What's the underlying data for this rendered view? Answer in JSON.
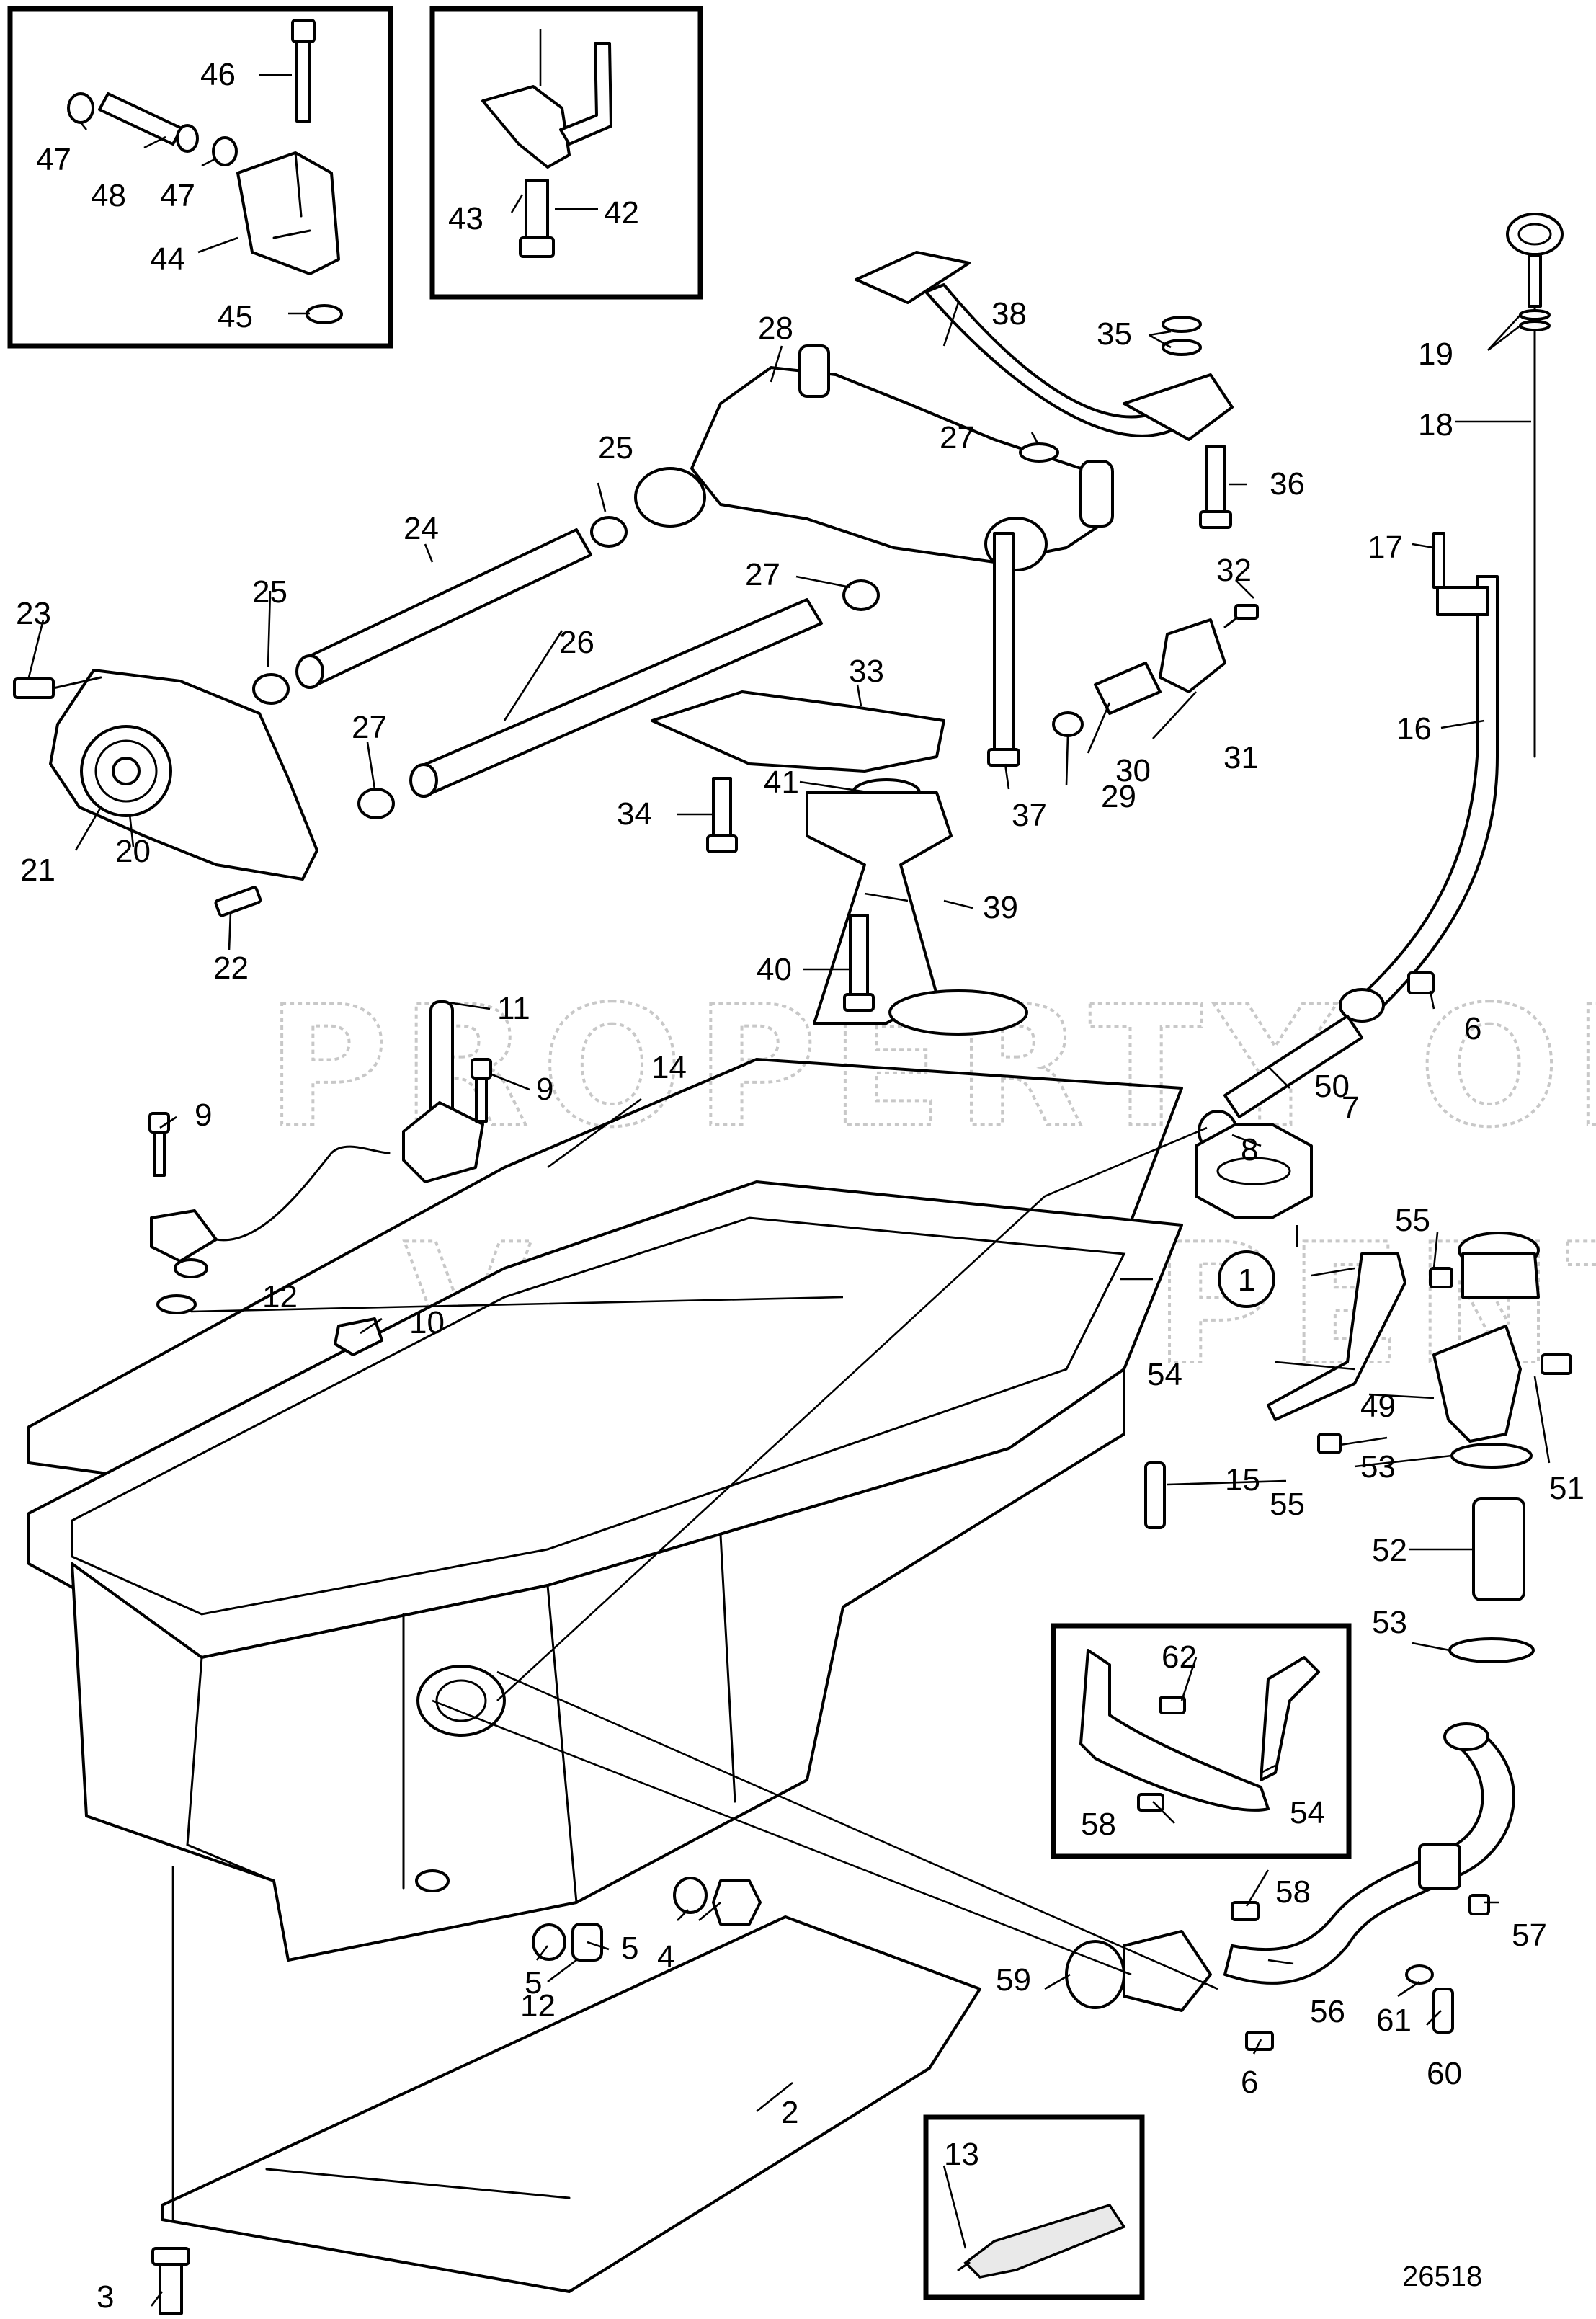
{
  "diagram": {
    "drawing_number": "26518",
    "watermark": [
      "PROPERTY OF",
      "VOLVO PENTA"
    ],
    "circled_reference": "1"
  },
  "callouts": [
    {
      "id": "46",
      "label": "46"
    },
    {
      "id": "47a",
      "label": "47"
    },
    {
      "id": "48",
      "label": "48"
    },
    {
      "id": "47b",
      "label": "47"
    },
    {
      "id": "44",
      "label": "44"
    },
    {
      "id": "45",
      "label": "45"
    },
    {
      "id": "43",
      "label": "43"
    },
    {
      "id": "42",
      "label": "42"
    },
    {
      "id": "28",
      "label": "28"
    },
    {
      "id": "38",
      "label": "38"
    },
    {
      "id": "35",
      "label": "35"
    },
    {
      "id": "27a",
      "label": "27"
    },
    {
      "id": "36",
      "label": "36"
    },
    {
      "id": "19",
      "label": "19"
    },
    {
      "id": "18",
      "label": "18"
    },
    {
      "id": "25a",
      "label": "25"
    },
    {
      "id": "24",
      "label": "24"
    },
    {
      "id": "25b",
      "label": "25"
    },
    {
      "id": "27b",
      "label": "27"
    },
    {
      "id": "32",
      "label": "32"
    },
    {
      "id": "17",
      "label": "17"
    },
    {
      "id": "23",
      "label": "23"
    },
    {
      "id": "26",
      "label": "26"
    },
    {
      "id": "33",
      "label": "33"
    },
    {
      "id": "16",
      "label": "16"
    },
    {
      "id": "27c",
      "label": "27"
    },
    {
      "id": "31",
      "label": "31"
    },
    {
      "id": "30",
      "label": "30"
    },
    {
      "id": "29",
      "label": "29"
    },
    {
      "id": "41",
      "label": "41"
    },
    {
      "id": "34",
      "label": "34"
    },
    {
      "id": "37",
      "label": "37"
    },
    {
      "id": "21",
      "label": "21"
    },
    {
      "id": "20",
      "label": "20"
    },
    {
      "id": "39",
      "label": "39"
    },
    {
      "id": "22",
      "label": "22"
    },
    {
      "id": "40",
      "label": "40"
    },
    {
      "id": "6a",
      "label": "6"
    },
    {
      "id": "11",
      "label": "11"
    },
    {
      "id": "7",
      "label": "7"
    },
    {
      "id": "9a",
      "label": "9"
    },
    {
      "id": "14",
      "label": "14"
    },
    {
      "id": "9b",
      "label": "9"
    },
    {
      "id": "50",
      "label": "50"
    },
    {
      "id": "8",
      "label": "8"
    },
    {
      "id": "55a",
      "label": "55"
    },
    {
      "id": "12a",
      "label": "12"
    },
    {
      "id": "10",
      "label": "10"
    },
    {
      "id": "54a",
      "label": "54"
    },
    {
      "id": "49",
      "label": "49"
    },
    {
      "id": "51",
      "label": "51"
    },
    {
      "id": "53a",
      "label": "53"
    },
    {
      "id": "15",
      "label": "15"
    },
    {
      "id": "55b",
      "label": "55"
    },
    {
      "id": "52",
      "label": "52"
    },
    {
      "id": "53b",
      "label": "53"
    },
    {
      "id": "62",
      "label": "62"
    },
    {
      "id": "54b",
      "label": "54"
    },
    {
      "id": "58a",
      "label": "58"
    },
    {
      "id": "58b",
      "label": "58"
    },
    {
      "id": "5a",
      "label": "5"
    },
    {
      "id": "5b",
      "label": "5"
    },
    {
      "id": "4",
      "label": "4"
    },
    {
      "id": "12b",
      "label": "12"
    },
    {
      "id": "59",
      "label": "59"
    },
    {
      "id": "57",
      "label": "57"
    },
    {
      "id": "61",
      "label": "61"
    },
    {
      "id": "56",
      "label": "56"
    },
    {
      "id": "60",
      "label": "60"
    },
    {
      "id": "6b",
      "label": "6"
    },
    {
      "id": "2",
      "label": "2"
    },
    {
      "id": "13",
      "label": "13"
    },
    {
      "id": "3",
      "label": "3"
    }
  ]
}
